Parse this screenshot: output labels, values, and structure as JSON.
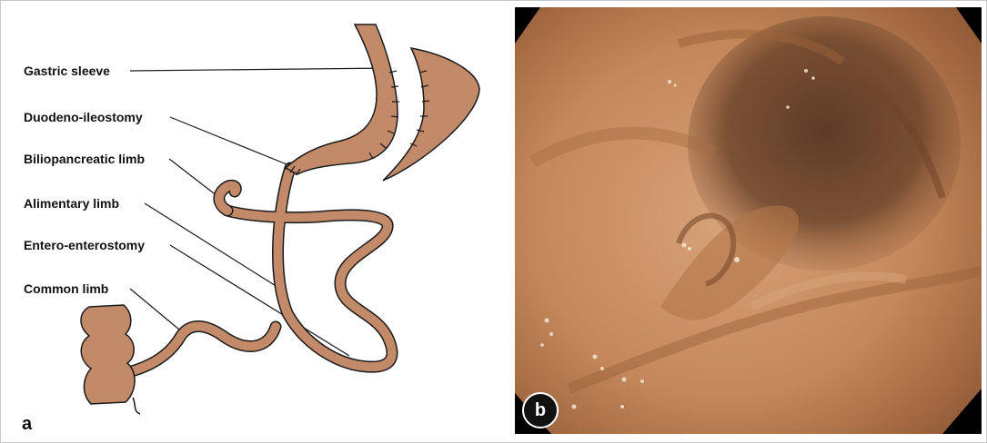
{
  "labels": {
    "gastric_sleeve": "Gastric sleeve",
    "duodeno_ileostomy": "Duodeno-ileostomy",
    "biliopancreatic_limb": "Biliopancreatic limb",
    "alimentary_limb": "Alimentary limb",
    "entero_enterostomy": "Entero-enterostomy",
    "common_limb": "Common limb"
  },
  "panels": {
    "a": "a",
    "b": "b"
  },
  "colors": {
    "bowel_fill": "#c38a6a",
    "outline": "#1a1a1a",
    "mucosa": "#c98a55"
  }
}
